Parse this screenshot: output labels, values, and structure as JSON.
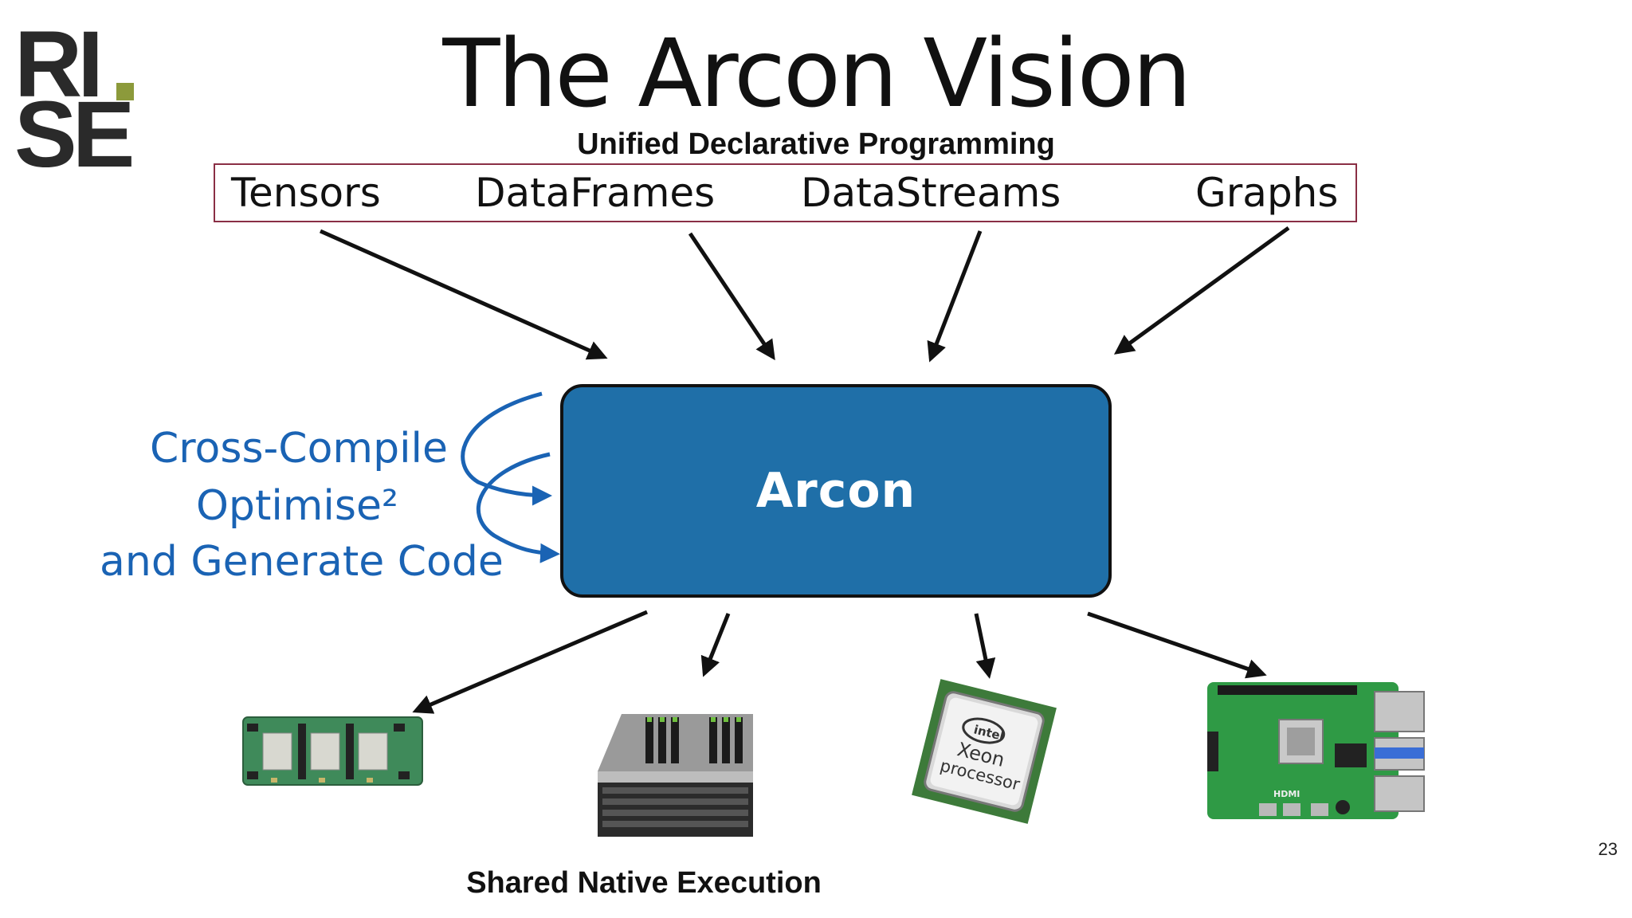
{
  "logo": {
    "line1": "RI",
    "line2": "SE"
  },
  "title": "The Arcon Vision",
  "subtitle": "Unified Declarative Programming",
  "inputs": [
    "Tensors",
    "DataFrames",
    "DataStreams",
    "Graphs"
  ],
  "center": {
    "label": "Arcon",
    "color": "#1f6fa8"
  },
  "side_text": {
    "line1": "Cross-Compile",
    "line2": "Optimise²",
    "line3": "and Generate Code",
    "color": "#1a63b4"
  },
  "targets": [
    "tpu-board-image",
    "gpu-server-image",
    "intel-xeon-cpu-image",
    "raspberry-pi-board-image"
  ],
  "cpu_label": {
    "brand": "intel",
    "line1": "Xeon",
    "line2": "processor"
  },
  "pi_label": "HDMI",
  "bottom_label": "Shared Native Execution",
  "page_number": "23"
}
